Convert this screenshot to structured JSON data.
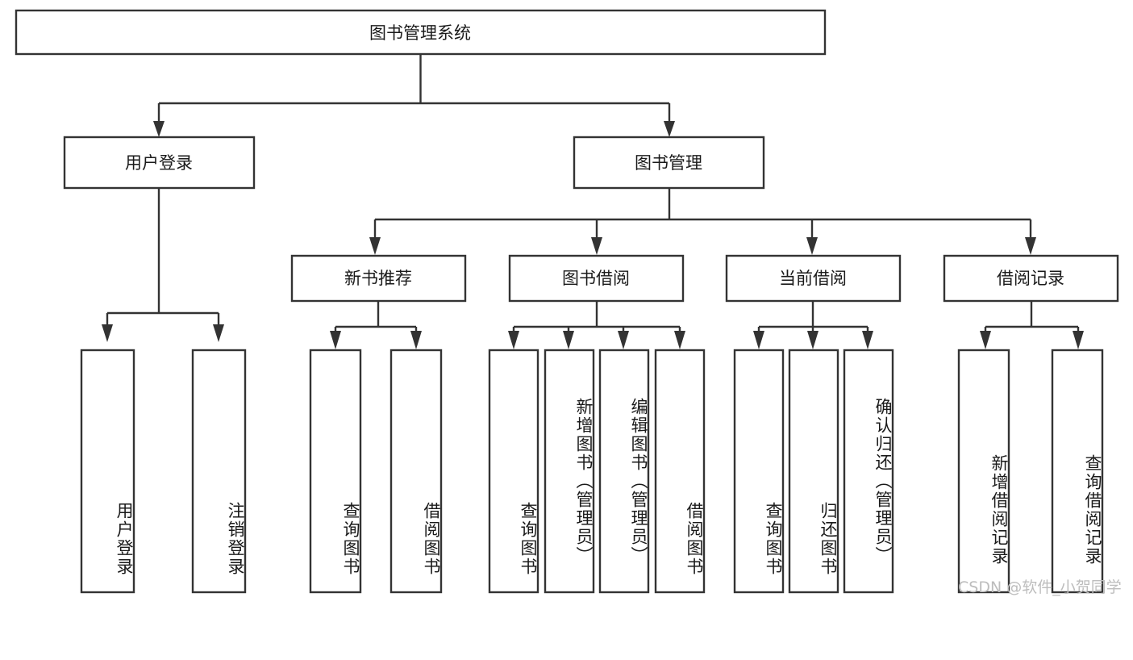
{
  "diagram": {
    "title": "图书管理系统",
    "type": "hierarchy-tree",
    "watermark": "CSDN @软件_小贺同学",
    "colors": {
      "box_fill": "#ffffff",
      "box_stroke": "#333333",
      "text": "#1a1a1a",
      "watermark": "#bdbdbd",
      "background": "#ffffff"
    },
    "levels": [
      {
        "level": 1,
        "orientation": "horizontal"
      },
      {
        "level": 2,
        "orientation": "horizontal"
      },
      {
        "level": 3,
        "orientation": "horizontal"
      },
      {
        "level": 4,
        "orientation": "vertical"
      }
    ],
    "root": {
      "id": "root",
      "label": "图书管理系统"
    },
    "level2": [
      {
        "id": "user-login",
        "label": "用户登录"
      },
      {
        "id": "book-manage",
        "label": "图书管理"
      }
    ],
    "level3": [
      {
        "id": "new-book-rec",
        "label": "新书推荐",
        "parent": "book-manage"
      },
      {
        "id": "book-borrow",
        "label": "图书借阅",
        "parent": "book-manage"
      },
      {
        "id": "current-borrow",
        "label": "当前借阅",
        "parent": "book-manage"
      },
      {
        "id": "borrow-record",
        "label": "借阅记录",
        "parent": "book-manage"
      }
    ],
    "leaves": [
      {
        "id": "leaf-user-login",
        "label": "用户登录",
        "parent": "user-login"
      },
      {
        "id": "leaf-user-logout",
        "label": "注销登录",
        "parent": "user-login"
      },
      {
        "id": "leaf-query-book-1",
        "label": "查询图书",
        "parent": "new-book-rec"
      },
      {
        "id": "leaf-borrow-book-1",
        "label": "借阅图书",
        "parent": "new-book-rec"
      },
      {
        "id": "leaf-query-book-2",
        "label": "查询图书",
        "parent": "book-borrow"
      },
      {
        "id": "leaf-add-book",
        "label": "新增图书（管理员）",
        "parent": "book-borrow"
      },
      {
        "id": "leaf-edit-book",
        "label": "编辑图书（管理员）",
        "parent": "book-borrow"
      },
      {
        "id": "leaf-borrow-book-2",
        "label": "借阅图书",
        "parent": "book-borrow"
      },
      {
        "id": "leaf-query-book-3",
        "label": "查询图书",
        "parent": "current-borrow"
      },
      {
        "id": "leaf-return-book",
        "label": "归还图书",
        "parent": "current-borrow"
      },
      {
        "id": "leaf-confirm-return",
        "label": "确认归还（管理员）",
        "parent": "current-borrow"
      },
      {
        "id": "leaf-add-record",
        "label": "新增借阅记录",
        "parent": "borrow-record"
      },
      {
        "id": "leaf-query-record",
        "label": "查询借阅记录",
        "parent": "borrow-record"
      }
    ]
  }
}
